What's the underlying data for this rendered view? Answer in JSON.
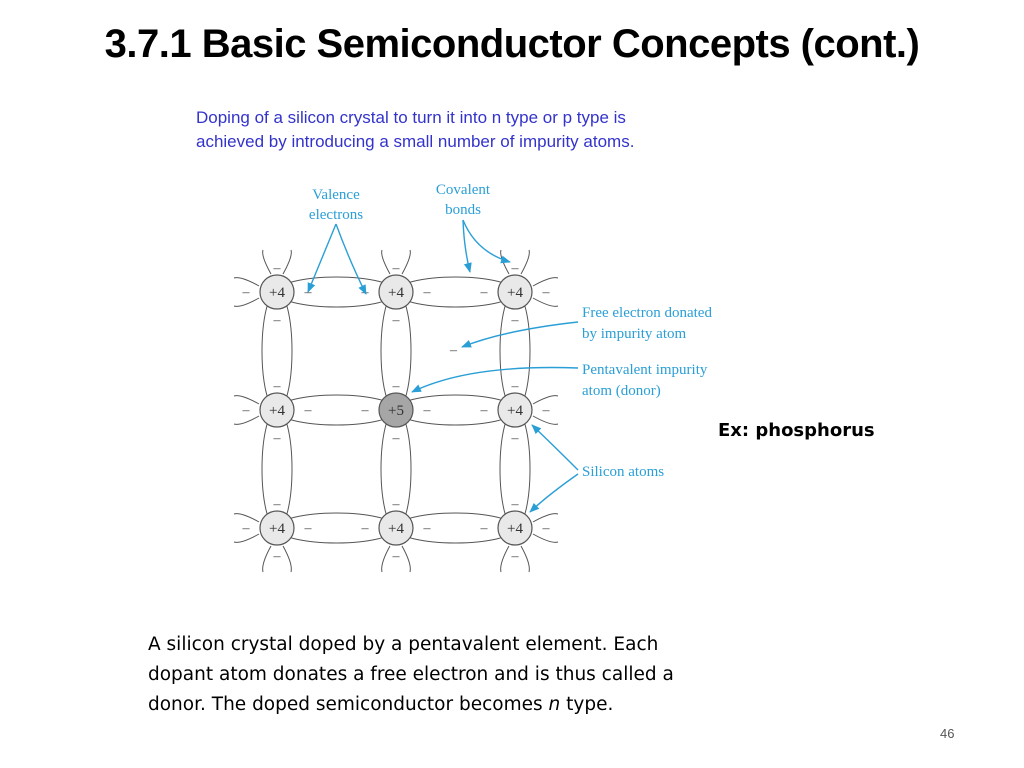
{
  "slide": {
    "title": "3.7.1 Basic Semiconductor Concepts (cont.)",
    "intro_line1": "Doping of a silicon crystal to turn it into n type or p type is",
    "intro_line2": "achieved by introducing a small number of impurity atoms.",
    "example": "Ex: phosphorus",
    "caption_line1": "A silicon crystal doped by a pentavalent element. Each",
    "caption_line2": "dopant atom donates a free electron and is thus called a",
    "caption_line3_pre": "donor. The doped semiconductor becomes ",
    "caption_line3_em": "n",
    "caption_line3_post": " type.",
    "page_number": "46"
  },
  "diagram": {
    "labels": {
      "valence_1": "Valence",
      "valence_2": "electrons",
      "covalent_1": "Covalent",
      "covalent_2": "bonds",
      "free_1": "Free electron donated",
      "free_2": "by impurity atom",
      "penta_1": "Pentavalent impurity",
      "penta_2": "atom (donor)",
      "silicon": "Silicon atoms"
    },
    "atoms": [
      [
        "+4",
        "+4",
        "+4"
      ],
      [
        "+4",
        "+5",
        "+4"
      ],
      [
        "+4",
        "+4",
        "+4"
      ]
    ],
    "electron_symbol": "–",
    "colors": {
      "annotation": "#2a9fd6",
      "donor_fill": "#a6a6a6",
      "atom_fill": "#e9e9e9",
      "intro_text": "#3333cc"
    }
  }
}
